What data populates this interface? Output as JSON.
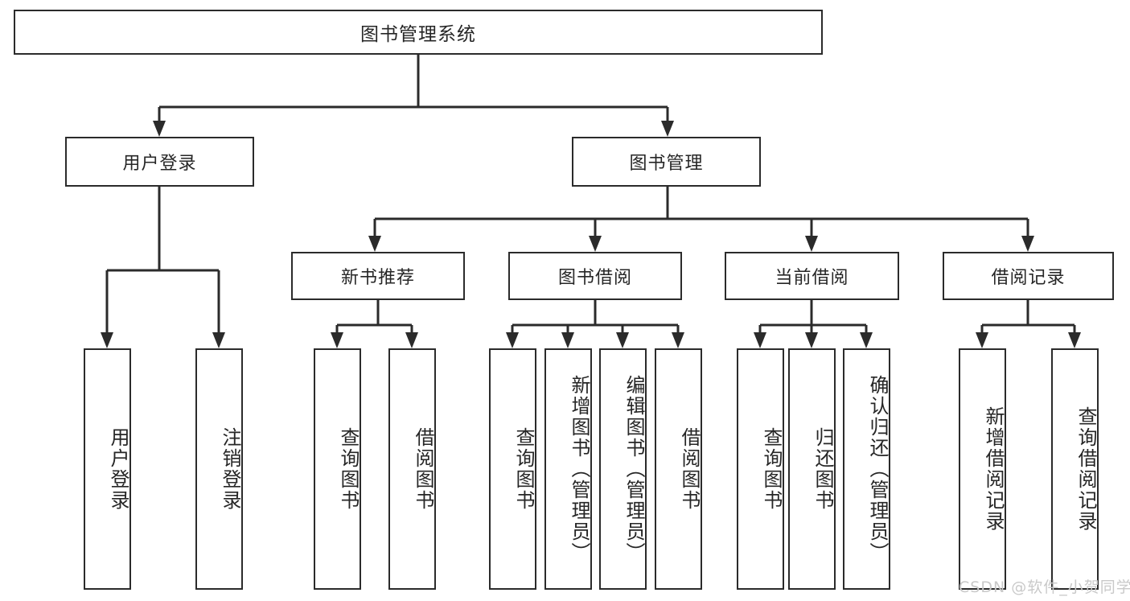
{
  "diagram": {
    "type": "tree",
    "title": "图书管理系统",
    "root": {
      "label": "图书管理系统"
    },
    "level2": [
      {
        "label": "用户登录"
      },
      {
        "label": "图书管理"
      }
    ],
    "level3": [
      {
        "label": "新书推荐"
      },
      {
        "label": "图书借阅"
      },
      {
        "label": "当前借阅"
      },
      {
        "label": "借阅记录"
      }
    ],
    "leaves": {
      "user_login": [
        {
          "label": "用户登录"
        },
        {
          "label": "注销登录"
        }
      ],
      "new_book_recommend": [
        {
          "label": "查询图书"
        },
        {
          "label": "借阅图书"
        }
      ],
      "book_borrow": [
        {
          "label": "查询图书"
        },
        {
          "label": "新增图书（管理员）"
        },
        {
          "label": "编辑图书（管理员）"
        },
        {
          "label": "借阅图书"
        }
      ],
      "current_borrow": [
        {
          "label": "查询图书"
        },
        {
          "label": "归还图书"
        },
        {
          "label": "确认归还（管理员）"
        }
      ],
      "borrow_record": [
        {
          "label": "新增借阅记录"
        },
        {
          "label": "查询借阅记录"
        }
      ]
    }
  },
  "watermark": {
    "text": "CSDN @软件_小贺同学"
  },
  "colors": {
    "border": "#2b2b2b",
    "background": "#ffffff",
    "text": "#262626",
    "watermark": "#c9c9c9"
  }
}
